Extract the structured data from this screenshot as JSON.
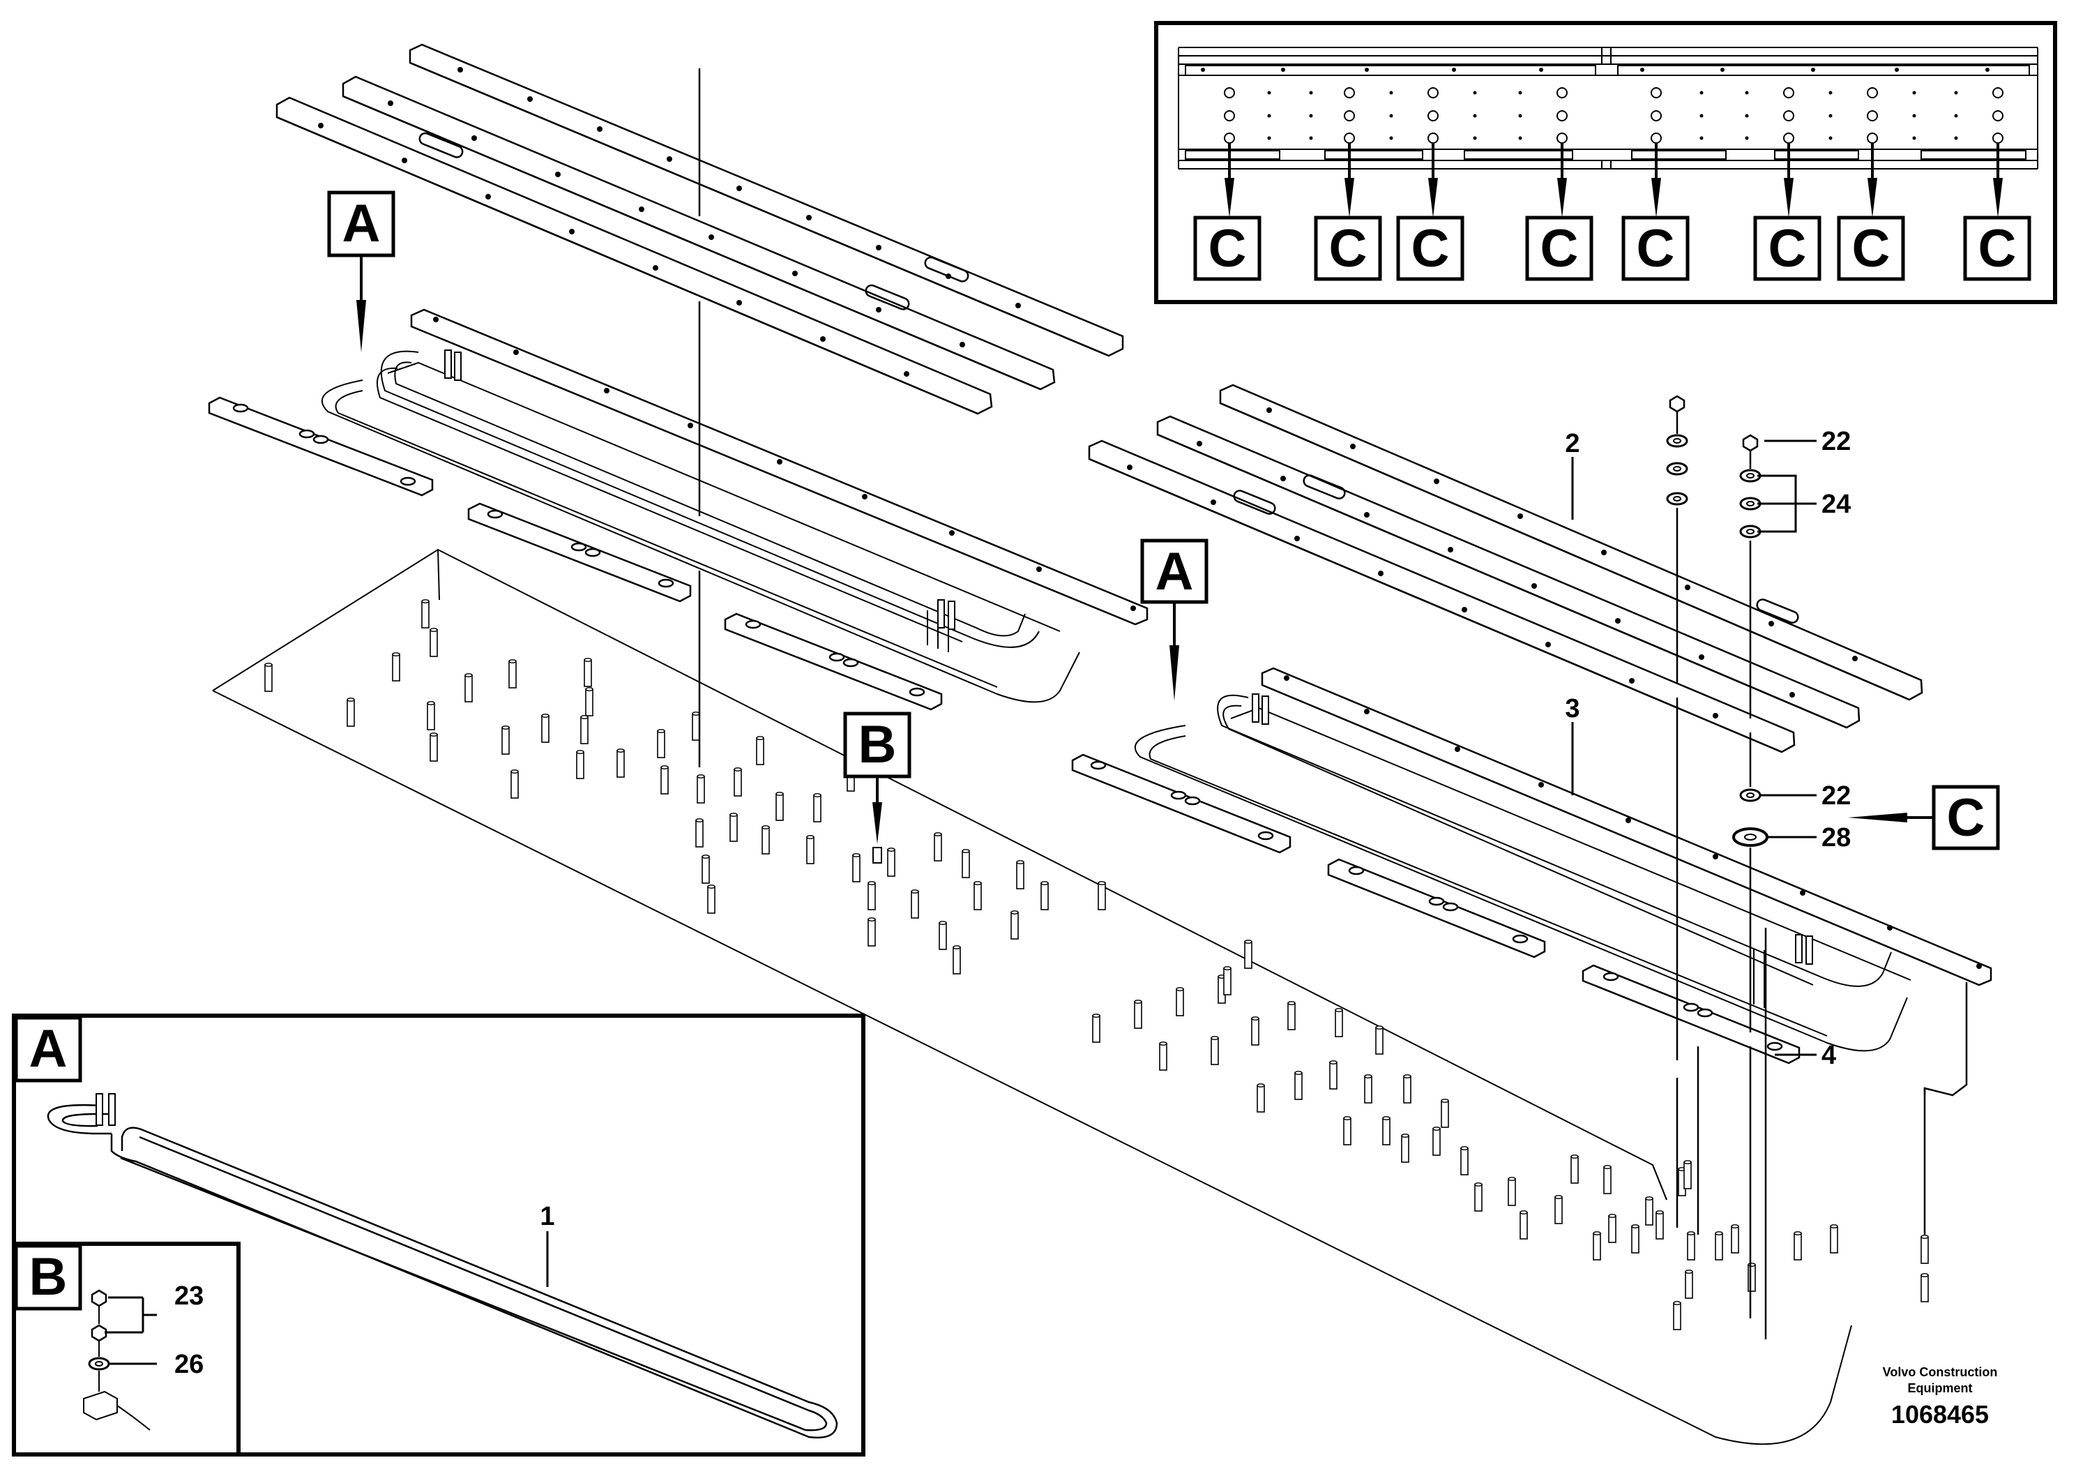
{
  "callouts": {
    "letter_a": "A",
    "letter_b": "B",
    "letter_c": "C"
  },
  "part_numbers": {
    "p1": "1",
    "p2": "2",
    "p3": "3",
    "p4": "4",
    "p22": "22",
    "p24": "24",
    "p28": "28",
    "p23": "23",
    "p26": "26"
  },
  "footer": {
    "company_line1": "Volvo Construction",
    "company_line2": "Equipment",
    "drawing_number": "1068465"
  }
}
